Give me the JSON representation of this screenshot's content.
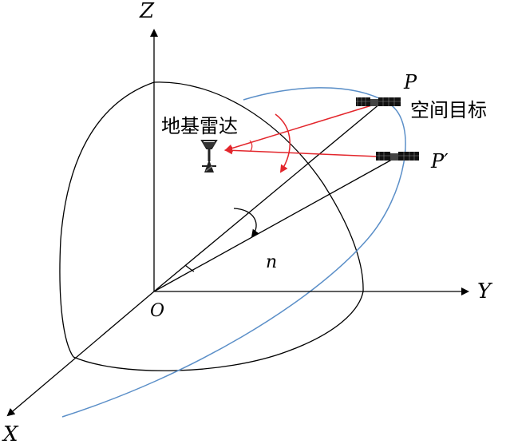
{
  "labels": {
    "z_axis": "Z",
    "y_axis": "Y",
    "x_axis": "X",
    "origin": "O",
    "target_p": "P",
    "target_p_prime": "P′",
    "target_name": "空间目标",
    "radar_name": "地基雷达",
    "rotation_axis": "n"
  },
  "colors": {
    "ink": "#000000",
    "orbit": "#5b8fc8",
    "radar_ray": "#e3262c",
    "satellite_panel": "#111111"
  },
  "icons": {
    "satellite": "satellite-icon",
    "radar": "radar-dish-icon"
  }
}
